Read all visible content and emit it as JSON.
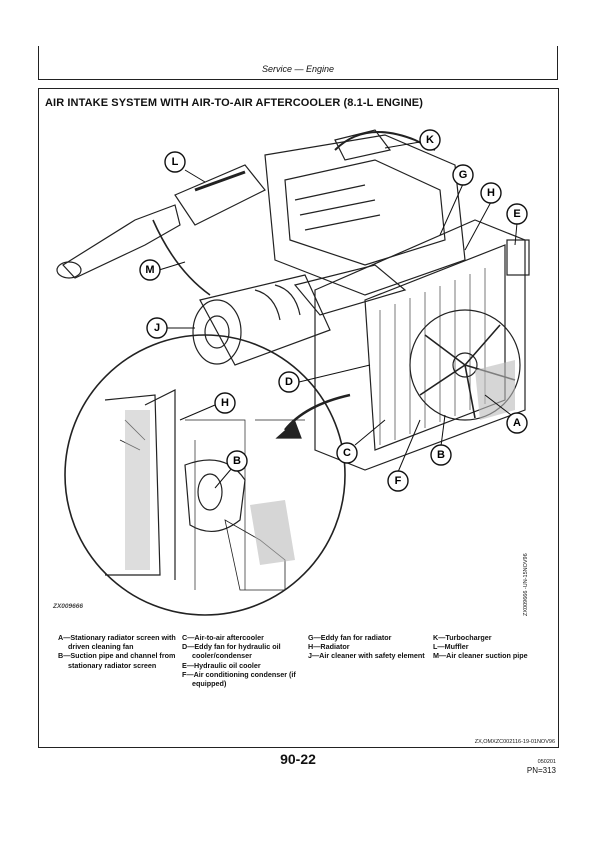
{
  "header": {
    "text": "Service — Engine"
  },
  "title": "AIR INTAKE SYSTEM WITH AIR-TO-AIR AFTERCOOLER (8.1-L ENGINE)",
  "figure": {
    "callouts": [
      "L",
      "M",
      "J",
      "K",
      "G",
      "H",
      "E",
      "D",
      "A",
      "B",
      "C",
      "F",
      "H",
      "B"
    ],
    "figure_id": "ZX009666",
    "side_id": "ZX009666   -UN-15NOV96"
  },
  "legend": {
    "col1": [
      "A—Stationary radiator screen with driven cleaning fan",
      "B—Suction pipe and channel from stationary radiator screen"
    ],
    "col2": [
      "C—Air-to-air aftercooler",
      "D—Eddy fan for hydraulic oil cooler/condenser",
      "E—Hydraulic oil cooler",
      "F—Air conditioning condenser (if equipped)"
    ],
    "col3": [
      "G—Eddy fan for radiator",
      "H—Radiator",
      "J—Air cleaner with safety element"
    ],
    "col4": [
      "K—Turbocharger",
      "L—Muffler",
      "M—Air cleaner suction pipe"
    ]
  },
  "footer": {
    "code": "ZX,OMXZC002116-19-01NOV96",
    "page": "90-22",
    "date": "050201",
    "pn": "PN=313"
  }
}
